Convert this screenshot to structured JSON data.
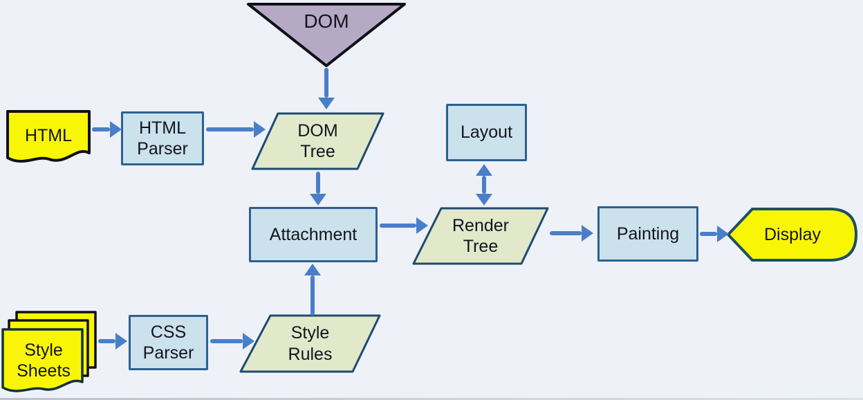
{
  "diagram": {
    "description": "Browser rendering engine flow (WebKit-style): parsing HTML and CSS into a render tree, layout and painting to display",
    "nodes": {
      "dom": {
        "label": "DOM",
        "shape": "inverted-triangle"
      },
      "html": {
        "label": "HTML",
        "shape": "document"
      },
      "html_parser": {
        "line1": "HTML",
        "line2": "Parser",
        "shape": "process-box"
      },
      "dom_tree": {
        "line1": "DOM",
        "line2": "Tree",
        "shape": "parallelogram"
      },
      "layout": {
        "label": "Layout",
        "shape": "process-box"
      },
      "attachment": {
        "label": "Attachment",
        "shape": "process-box"
      },
      "render_tree": {
        "line1": "Render",
        "line2": "Tree",
        "shape": "parallelogram"
      },
      "painting": {
        "label": "Painting",
        "shape": "process-box"
      },
      "display": {
        "label": "Display",
        "shape": "display-shape"
      },
      "style_sheets": {
        "line1": "Style",
        "line2": "Sheets",
        "shape": "document-stack"
      },
      "css_parser": {
        "line1": "CSS",
        "line2": "Parser",
        "shape": "process-box"
      },
      "style_rules": {
        "line1": "Style",
        "line2": "Rules",
        "shape": "parallelogram"
      }
    },
    "edges": [
      {
        "from": "DOM",
        "to": "DOM Tree",
        "bidirectional": false
      },
      {
        "from": "HTML",
        "to": "HTML Parser",
        "bidirectional": false
      },
      {
        "from": "HTML Parser",
        "to": "DOM Tree",
        "bidirectional": false
      },
      {
        "from": "DOM Tree",
        "to": "Attachment",
        "bidirectional": false
      },
      {
        "from": "Layout",
        "to": "Render Tree",
        "bidirectional": true
      },
      {
        "from": "Attachment",
        "to": "Render Tree",
        "bidirectional": false
      },
      {
        "from": "Render Tree",
        "to": "Painting",
        "bidirectional": false
      },
      {
        "from": "Painting",
        "to": "Display",
        "bidirectional": false
      },
      {
        "from": "Style Sheets",
        "to": "CSS Parser",
        "bidirectional": false
      },
      {
        "from": "CSS Parser",
        "to": "Style Rules",
        "bidirectional": false
      },
      {
        "from": "Style Rules",
        "to": "Attachment",
        "bidirectional": false
      }
    ],
    "colors": {
      "background": "#eef1f7",
      "arrow_blue": "#4a7ec9",
      "process_fill": "#cbe1ec",
      "process_border": "#2b6191",
      "data_fill": "#e2e8ca",
      "data_border": "#1d4a73",
      "document_yellow": "#f8f605",
      "triangle_lavender": "#b5a9c6",
      "shape_outline_dark": "#101018",
      "text": "#14141d"
    }
  }
}
